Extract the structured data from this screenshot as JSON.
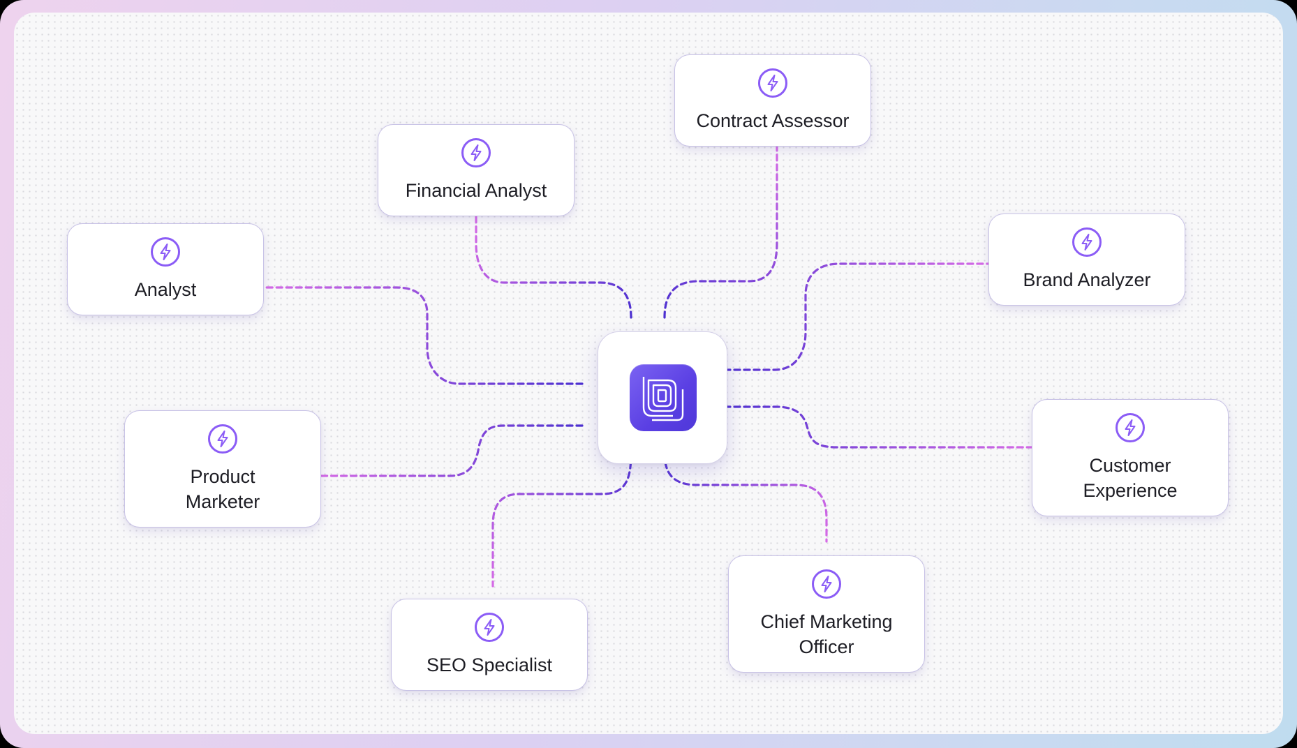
{
  "diagram": {
    "hub": {
      "icon": "layered-logo-icon",
      "accent": "#5b41e4"
    },
    "node_icon": "lightning-bolt-icon",
    "nodes": [
      {
        "id": "contract-assessor",
        "label": "Contract Assessor"
      },
      {
        "id": "financial-analyst",
        "label": "Financial Analyst"
      },
      {
        "id": "analyst",
        "label": "Analyst"
      },
      {
        "id": "brand-analyzer",
        "label": "Brand Analyzer"
      },
      {
        "id": "product-marketer",
        "label": "Product\nMarketer"
      },
      {
        "id": "customer-experience",
        "label": "Customer\nExperience"
      },
      {
        "id": "seo-specialist",
        "label": "SEO Specialist"
      },
      {
        "id": "chief-marketing-officer",
        "label": "Chief Marketing\nOfficer"
      }
    ],
    "colors": {
      "connector_near": "#4b2fd0",
      "connector_far": "#d66ae6",
      "node_border": "#c7c1e6",
      "icon_stroke": "#8b5cf6",
      "text": "#1d1d24"
    }
  }
}
